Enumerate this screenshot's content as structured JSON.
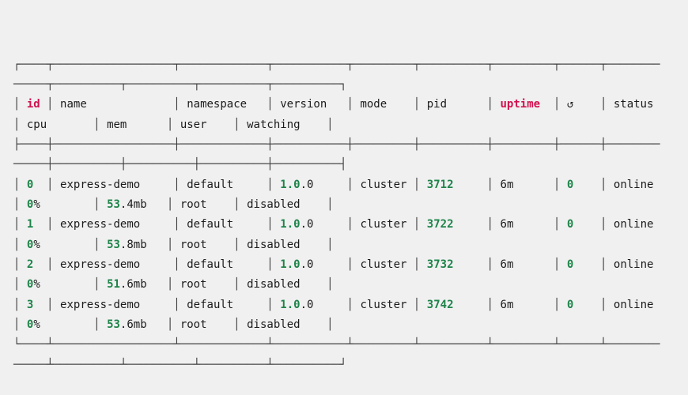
{
  "terminal": {
    "colors": {
      "background": "#f0f0f1",
      "foreground": "#1b1b1b",
      "green": "#1e8449",
      "red": "#d2114e",
      "border": "#3a3a3a"
    },
    "layout": {
      "wrap_columns": 97,
      "border_widths": [
        4,
        18,
        13,
        11,
        9,
        10,
        9,
        6,
        13,
        10,
        10,
        10,
        10
      ],
      "text_widths": [
        4,
        18,
        13,
        11,
        9,
        10,
        9,
        6,
        8,
        11,
        10,
        9,
        13
      ]
    },
    "headers": [
      {
        "label": "id",
        "color": "red"
      },
      {
        "label": "name",
        "color": ""
      },
      {
        "label": "namespace",
        "color": ""
      },
      {
        "label": "version",
        "color": ""
      },
      {
        "label": "mode",
        "color": ""
      },
      {
        "label": "pid",
        "color": ""
      },
      {
        "label": "uptime",
        "color": "red"
      },
      {
        "label": "↺",
        "color": ""
      },
      {
        "label": "status",
        "color": ""
      },
      {
        "label": "cpu",
        "color": ""
      },
      {
        "label": "mem",
        "color": ""
      },
      {
        "label": "user",
        "color": ""
      },
      {
        "label": "watching",
        "color": ""
      }
    ],
    "rows": [
      {
        "cells": [
          [
            [
              "0",
              "green"
            ]
          ],
          [
            [
              "express-demo",
              ""
            ]
          ],
          [
            [
              "default",
              ""
            ]
          ],
          [
            [
              "1.0",
              "green"
            ],
            [
              ".0",
              ""
            ]
          ],
          [
            [
              "cluster",
              ""
            ]
          ],
          [
            [
              "3712",
              "green"
            ]
          ],
          [
            [
              "6m",
              ""
            ]
          ],
          [
            [
              "0",
              "green"
            ]
          ],
          [
            [
              "online",
              ""
            ]
          ],
          [
            [
              "0",
              "green"
            ],
            [
              "%",
              ""
            ]
          ],
          [
            [
              "53",
              "green"
            ],
            [
              ".4mb",
              ""
            ]
          ],
          [
            [
              "root",
              ""
            ]
          ],
          [
            [
              "disabled",
              ""
            ]
          ]
        ]
      },
      {
        "cells": [
          [
            [
              "1",
              "green"
            ]
          ],
          [
            [
              "express-demo",
              ""
            ]
          ],
          [
            [
              "default",
              ""
            ]
          ],
          [
            [
              "1.0",
              "green"
            ],
            [
              ".0",
              ""
            ]
          ],
          [
            [
              "cluster",
              ""
            ]
          ],
          [
            [
              "3722",
              "green"
            ]
          ],
          [
            [
              "6m",
              ""
            ]
          ],
          [
            [
              "0",
              "green"
            ]
          ],
          [
            [
              "online",
              ""
            ]
          ],
          [
            [
              "0",
              "green"
            ],
            [
              "%",
              ""
            ]
          ],
          [
            [
              "53",
              "green"
            ],
            [
              ".8mb",
              ""
            ]
          ],
          [
            [
              "root",
              ""
            ]
          ],
          [
            [
              "disabled",
              ""
            ]
          ]
        ]
      },
      {
        "cells": [
          [
            [
              "2",
              "green"
            ]
          ],
          [
            [
              "express-demo",
              ""
            ]
          ],
          [
            [
              "default",
              ""
            ]
          ],
          [
            [
              "1.0",
              "green"
            ],
            [
              ".0",
              ""
            ]
          ],
          [
            [
              "cluster",
              ""
            ]
          ],
          [
            [
              "3732",
              "green"
            ]
          ],
          [
            [
              "6m",
              ""
            ]
          ],
          [
            [
              "0",
              "green"
            ]
          ],
          [
            [
              "online",
              ""
            ]
          ],
          [
            [
              "0",
              "green"
            ],
            [
              "%",
              ""
            ]
          ],
          [
            [
              "51",
              "green"
            ],
            [
              ".6mb",
              ""
            ]
          ],
          [
            [
              "root",
              ""
            ]
          ],
          [
            [
              "disabled",
              ""
            ]
          ]
        ]
      },
      {
        "cells": [
          [
            [
              "3",
              "green"
            ]
          ],
          [
            [
              "express-demo",
              ""
            ]
          ],
          [
            [
              "default",
              ""
            ]
          ],
          [
            [
              "1.0",
              "green"
            ],
            [
              ".0",
              ""
            ]
          ],
          [
            [
              "cluster",
              ""
            ]
          ],
          [
            [
              "3742",
              "green"
            ]
          ],
          [
            [
              "6m",
              ""
            ]
          ],
          [
            [
              "0",
              "green"
            ]
          ],
          [
            [
              "online",
              ""
            ]
          ],
          [
            [
              "0",
              "green"
            ],
            [
              "%",
              ""
            ]
          ],
          [
            [
              "53",
              "green"
            ],
            [
              ".6mb",
              ""
            ]
          ],
          [
            [
              "root",
              ""
            ]
          ],
          [
            [
              "disabled",
              ""
            ]
          ]
        ]
      }
    ]
  }
}
